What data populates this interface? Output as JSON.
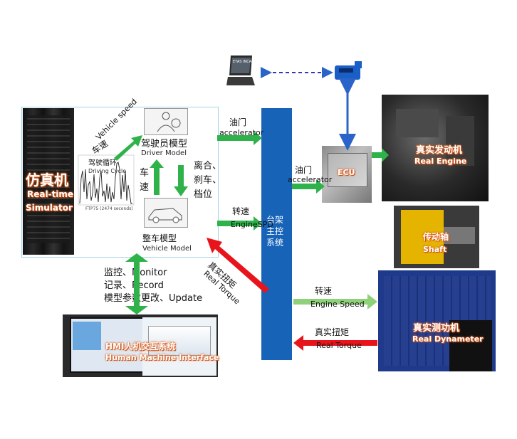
{
  "simulator": {
    "title_cn": "仿真机",
    "title_en_1": "Real-time",
    "title_en_2": "Simulator",
    "vehicle_speed_cn": "车速",
    "vehicle_speed_en": "Vehicle speed",
    "driving_cycle_cn": "驾驶循环",
    "driving_cycle_en": "Driving Cycle",
    "ftp_caption": "FTP75 (2474 seconds)",
    "driver_model_cn": "驾驶员模型",
    "driver_model_en": "Driver Model",
    "vehicle_model_cn": "整车模型",
    "vehicle_model_en": "Vehicle Model",
    "speed_side_cn_1": "车",
    "speed_side_cn_2": "速",
    "controls_cn_1": "离合、",
    "controls_cn_2": "刹车、",
    "controls_cn_3": "档位"
  },
  "hmi": {
    "monitor": "监控、Monitor",
    "record": "记录、Record",
    "update": "模型参数更改、Update",
    "title_cn": "HMI人机交互系统",
    "title_en": "Human Machine Interface"
  },
  "bench": {
    "label_1": "台架",
    "label_2": "主控",
    "label_3": "系统"
  },
  "signals": {
    "accel_cn": "油门",
    "accel_en": "accelerator",
    "accel2_cn": "油门",
    "accel2_en": "accelerator",
    "engspd_cn": "转速",
    "engspd_en": "EngineSPD",
    "torque_cn": "真实扭矩",
    "torque_en": "Real Torque",
    "engspd2_cn": "转速",
    "engspd2_en": "Engine Speed",
    "torque2_cn": "真实扭矩",
    "torque2_en": "Real Torque"
  },
  "etas": {
    "laptop_label": "ETAS INCA"
  },
  "ecu": {
    "label": "ECU"
  },
  "engine": {
    "title_cn": "真实发动机",
    "title_en": "Real Engine"
  },
  "shaft": {
    "title_cn": "传动轴",
    "title_en": "Shaft"
  },
  "dyno": {
    "title_cn": "真实测功机",
    "title_en": "Real Dynameter"
  },
  "colors": {
    "bench_blue": "#1763b8",
    "arrow_green": "#2fb24a",
    "arrow_light_green": "#8fd07a",
    "arrow_red": "#e8141b",
    "arrow_blue": "#2a64c8"
  }
}
